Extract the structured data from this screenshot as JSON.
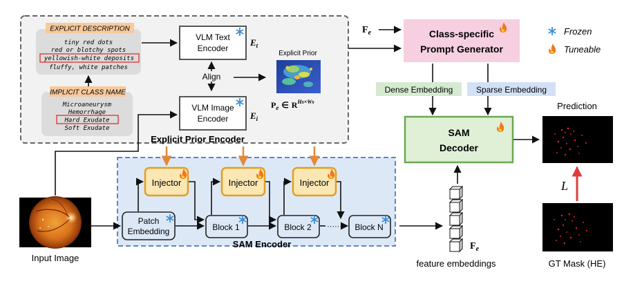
{
  "colors": {
    "frozen": "#3b8fd8",
    "tuneable": "#e8761e",
    "prompt_generator_fill": "#f6cfe0",
    "decoder_fill": "#dff0d6",
    "decoder_border": "#6aa84f",
    "encoder_fill": "#dde8f7",
    "dense_label_bg": "#d6ead2",
    "sparse_label_bg": "#d3e1f5",
    "injector_fill": "#fbe7b4",
    "injector_border": "#e0a020",
    "desc_label_bg": "#f7c99c",
    "loss_arrow": "#e23c3c"
  },
  "icons": {
    "frozen": "snowflake-icon",
    "tuneable": "fire-icon"
  },
  "explicit_description": {
    "title": "EXPLICIT DESCRIPTION",
    "items": [
      "tiny red dots",
      "red or blotchy spots",
      "yellowish-white deposits",
      "fluffy, white patches"
    ]
  },
  "implicit_class_name": {
    "title": "IMPLICIT CLASS NAME",
    "items": [
      "Microaneurysm",
      "Hemorrhage",
      "Hard Exudate",
      "Soft Exudate"
    ]
  },
  "vlm_text_encoder": {
    "line1": "VLM Text",
    "line2": "Encoder",
    "symbol": "E",
    "sub": "t"
  },
  "vlm_image_encoder": {
    "line1": "VLM Image",
    "line2": "Encoder",
    "symbol": "E",
    "sub": "i"
  },
  "align_label": "Align",
  "explicit_prior": {
    "title": "Explicit Prior",
    "formula_lhs": "P",
    "formula_lhs_sub": "e",
    "formula_in": "∈",
    "formula_set": "R",
    "formula_exp": "Hs×Ws"
  },
  "explicit_prior_encoder_label": "Explicit Prior Encoder",
  "fe_input": {
    "symbol": "F",
    "sub": "e"
  },
  "prompt_generator": {
    "line1": "Class-specific",
    "line2": "Prompt Generator"
  },
  "legend": {
    "frozen": "Frozen",
    "tuneable": "Tuneable"
  },
  "dense_embedding": "Dense Embedding",
  "sparse_embedding": "Sparse Embedding",
  "sam_decoder": {
    "line1": "SAM",
    "line2": "Decoder"
  },
  "prediction_label": "Prediction",
  "loss_symbol": "L",
  "gt_mask_label": "GT Mask (HE)",
  "sam_encoder": {
    "label": "SAM Encoder",
    "injector": "Injector",
    "patch_embedding": {
      "line1": "Patch",
      "line2": "Embedding"
    },
    "blocks": [
      "Block 1",
      "Block 2",
      "Block N"
    ],
    "ellipsis": "······"
  },
  "input_image_label": "Input Image",
  "feature_embeddings": {
    "label": "feature embeddings",
    "symbol": "F",
    "sub": "e"
  }
}
